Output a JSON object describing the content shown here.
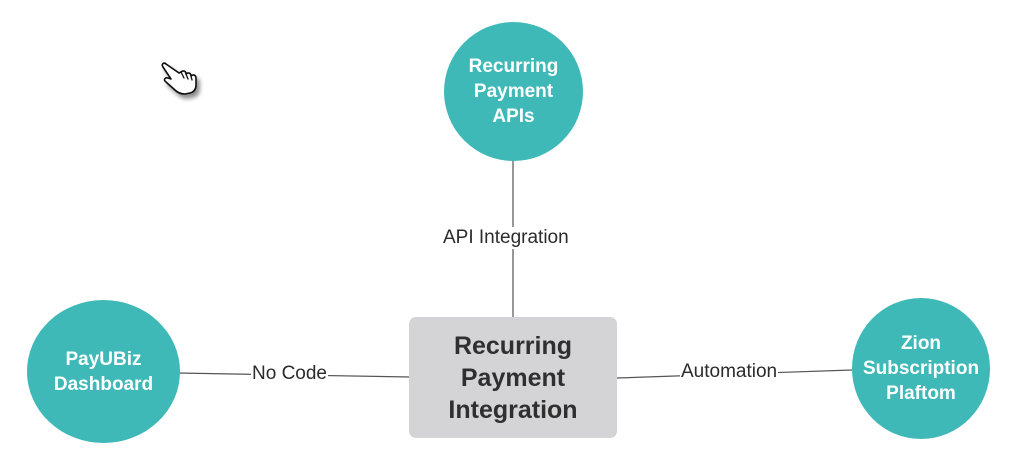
{
  "diagram": {
    "colors": {
      "circle_fill": "#3fb8b8",
      "circle_text": "#ffffff",
      "center_fill": "#d4d4d6",
      "center_text": "#2f2f2f",
      "edge_stroke": "#555555",
      "label_text": "#2b2b2b"
    },
    "center": {
      "label": "Recurring Payment Integration",
      "lines": [
        "Recurring",
        "Payment",
        "Integration"
      ]
    },
    "nodes": {
      "top": {
        "label": "Recurring Payment APIs",
        "lines": [
          "Recurring",
          "Payment",
          "APIs"
        ]
      },
      "left": {
        "label": "PayUBiz Dashboard",
        "lines": [
          "PayUBiz",
          "Dashboard"
        ]
      },
      "right": {
        "label": "Zion Subscription Plaftom",
        "lines": [
          "Zion",
          "Subscription",
          "Plaftom"
        ]
      }
    },
    "edges": {
      "top": {
        "label": "API Integration"
      },
      "left": {
        "label": "No Code"
      },
      "right": {
        "label": "Automation"
      }
    },
    "cursor": {
      "icon": "hand-pointer-icon"
    }
  }
}
